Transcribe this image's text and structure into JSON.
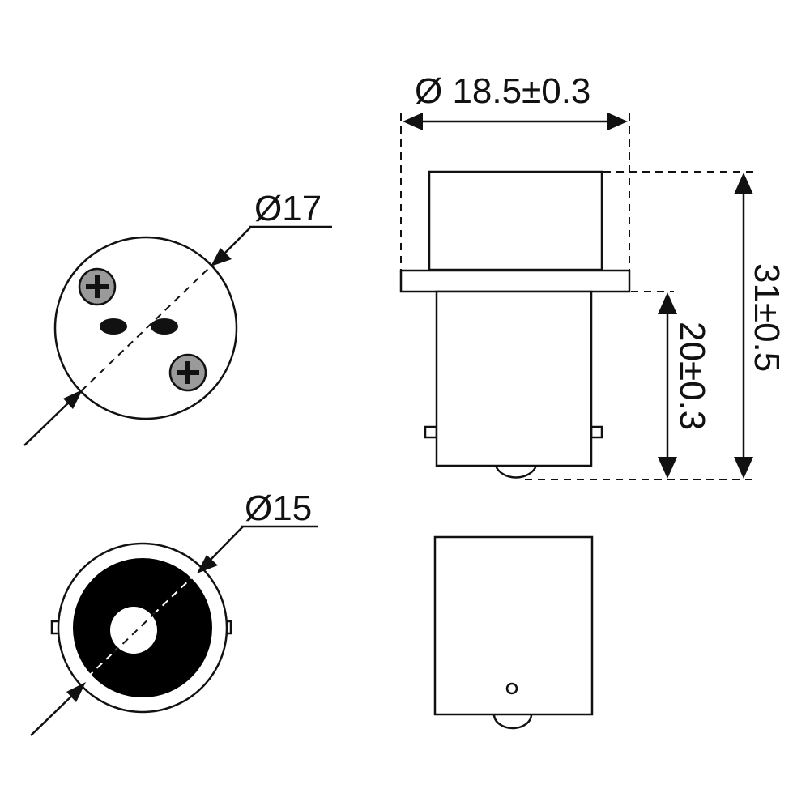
{
  "dimensions": {
    "base_top_diameter": "Ø17",
    "base_bottom_diameter": "Ø15",
    "cap_diameter": "Ø 18.5±0.3",
    "total_height": "31±0.5",
    "base_height": "20±0.3"
  },
  "colors": {
    "line": "#111111",
    "screw_fill": "#9a9a9a",
    "socket_fill": "#000000"
  }
}
